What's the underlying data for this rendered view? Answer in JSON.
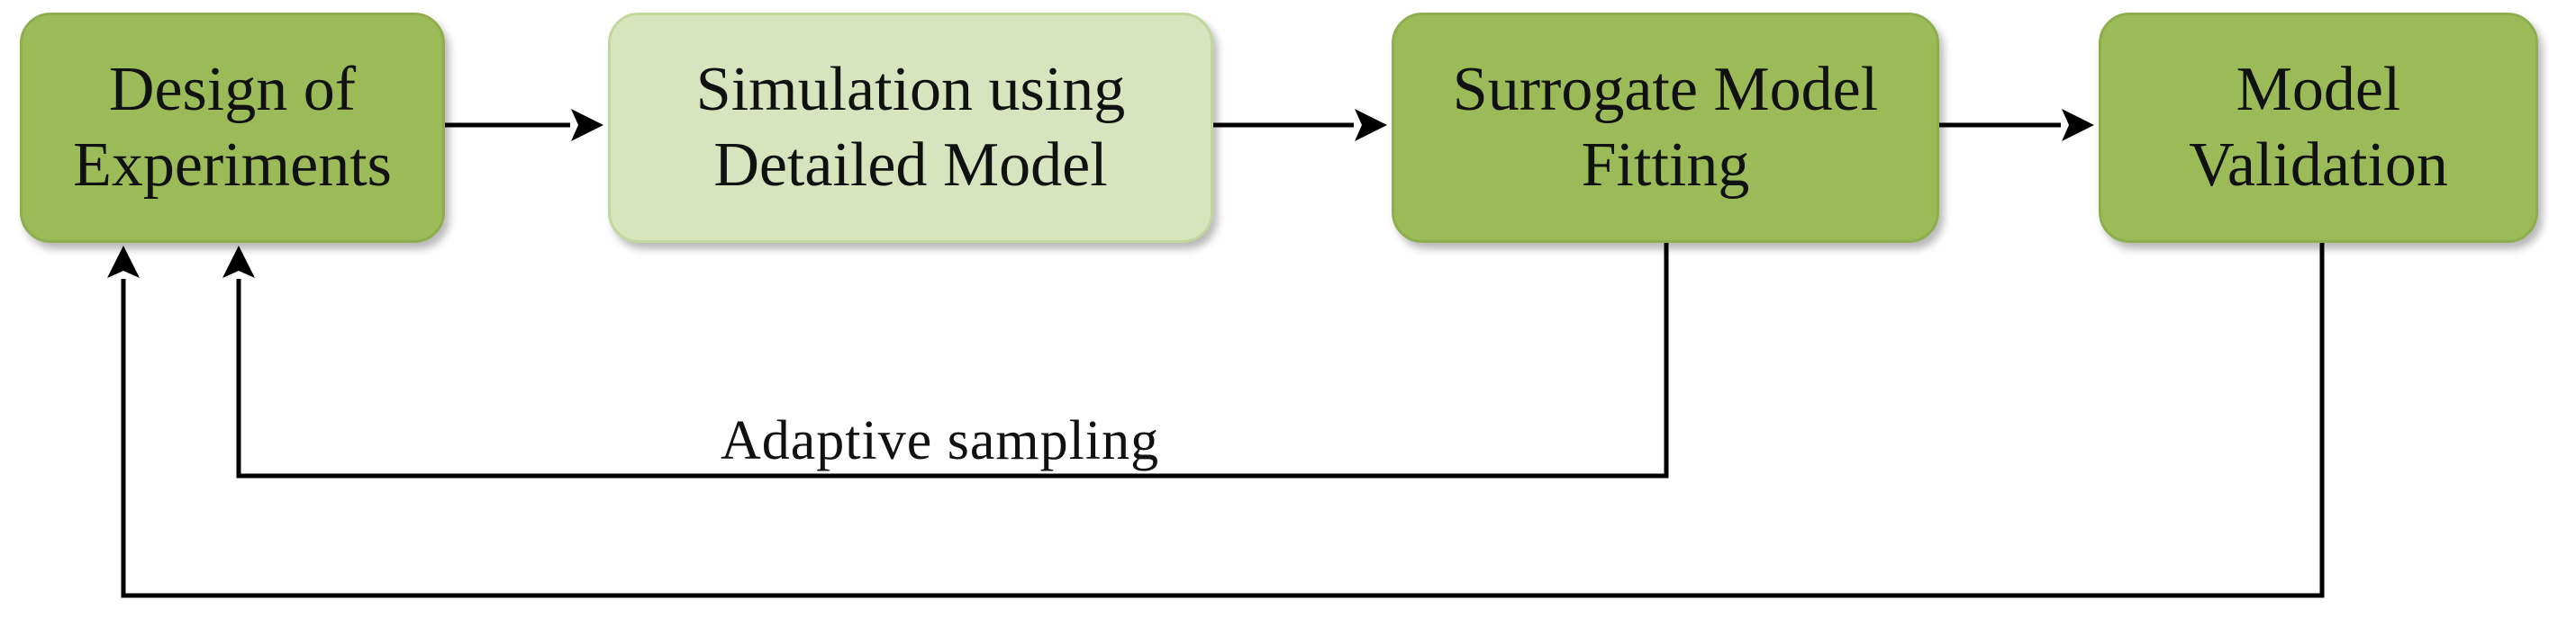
{
  "diagram": {
    "nodes": [
      {
        "id": "design",
        "label": "Design of\nExperiments",
        "style": "dark"
      },
      {
        "id": "simulation",
        "label": "Simulation using\nDetailed Model",
        "style": "light"
      },
      {
        "id": "surrogate",
        "label": "Surrogate Model\nFitting",
        "style": "dark"
      },
      {
        "id": "validation",
        "label": "Model\nValidation",
        "style": "dark"
      }
    ],
    "edges": [
      {
        "from": "design",
        "to": "simulation",
        "label": ""
      },
      {
        "from": "simulation",
        "to": "surrogate",
        "label": ""
      },
      {
        "from": "surrogate",
        "to": "validation",
        "label": ""
      },
      {
        "from": "surrogate",
        "to": "design",
        "label": "Adaptive  sampling"
      },
      {
        "from": "validation",
        "to": "design",
        "label": ""
      }
    ],
    "colors": {
      "node_dark": "#9bbb59",
      "node_light": "#d7e4bd",
      "connector": "#000000"
    }
  }
}
